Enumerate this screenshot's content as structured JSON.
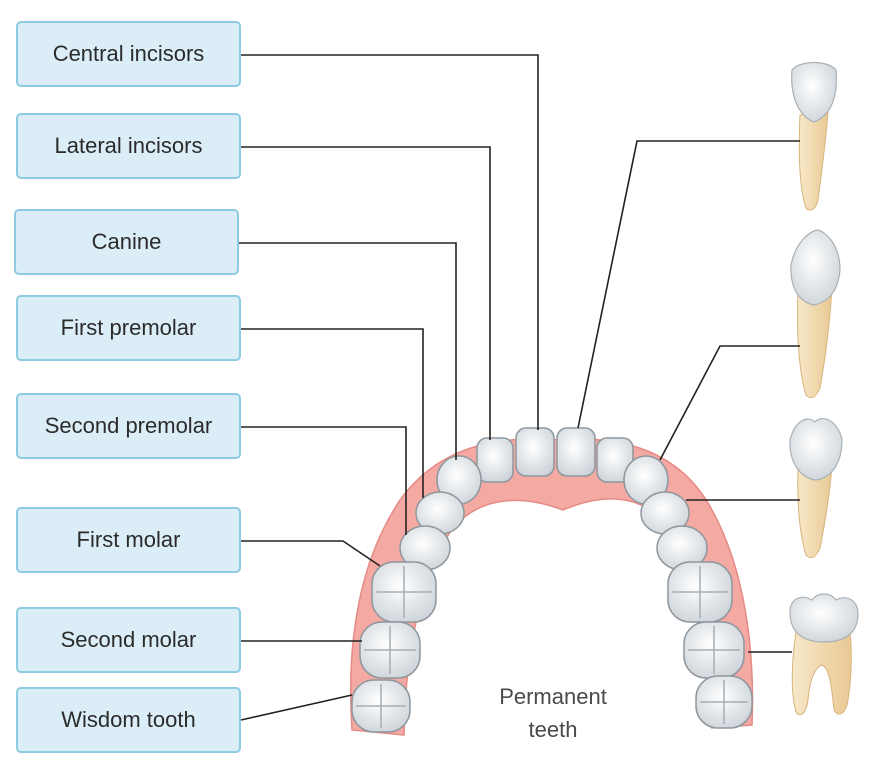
{
  "labels": [
    {
      "id": "central-incisors",
      "text": "Central incisors"
    },
    {
      "id": "lateral-incisors",
      "text": "Lateral incisors"
    },
    {
      "id": "canine",
      "text": "Canine"
    },
    {
      "id": "first-premolar",
      "text": "First premolar"
    },
    {
      "id": "second-premolar",
      "text": "Second premolar"
    },
    {
      "id": "first-molar",
      "text": "First molar"
    },
    {
      "id": "second-molar",
      "text": "Second molar"
    },
    {
      "id": "wisdom-tooth",
      "text": "Wisdom tooth"
    }
  ],
  "caption": {
    "line1": "Permanent",
    "line2": "teeth"
  },
  "colors": {
    "box_fill": "#dbeef7",
    "box_border": "#8ecbe0",
    "gum": "#f2a6a0",
    "tooth": "#eef1f3",
    "root": "#f2dcb3",
    "leader": "#222222"
  }
}
